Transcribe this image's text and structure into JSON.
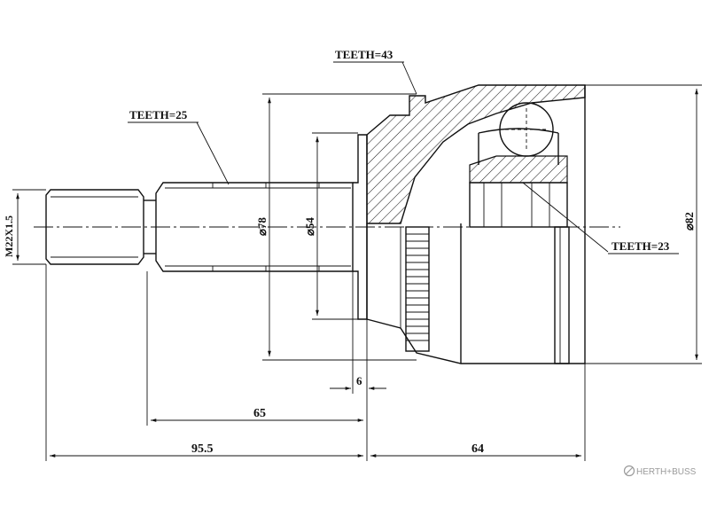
{
  "labels": {
    "teeth_top": "TEETH=43",
    "teeth_shaft": "TEETH=25",
    "teeth_inner": "TEETH=23",
    "thread": "M22X1.5",
    "dia_78": "⌀78",
    "dia_54": "⌀54",
    "dia_82": "⌀82",
    "dim_6": "6",
    "dim_65": "65",
    "dim_95_5": "95.5",
    "dim_64": "64"
  },
  "brand": {
    "name": "HERTH+BUSS",
    "logo_icon": "herth-buss-logo-icon",
    "color": "#9a9a9a"
  },
  "colors": {
    "line": "#111111",
    "background": "#ffffff"
  }
}
